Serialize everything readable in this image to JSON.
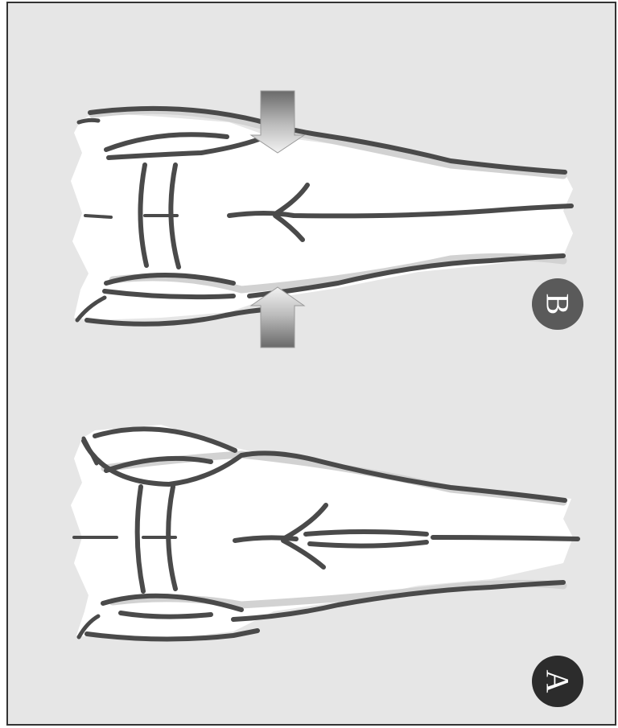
{
  "figure": {
    "panels": [
      {
        "id": "A",
        "label": "A",
        "badge_color": "#2c2c2c"
      },
      {
        "id": "B",
        "label": "B",
        "badge_color": "#5a5a5a"
      }
    ],
    "colors": {
      "background": "#e6e6e6",
      "border": "#333333",
      "outline": "#4a4a4a",
      "shadow": "#d2d2d2",
      "fill": "#ffffff"
    },
    "arrow_count_panel_B": 2
  }
}
